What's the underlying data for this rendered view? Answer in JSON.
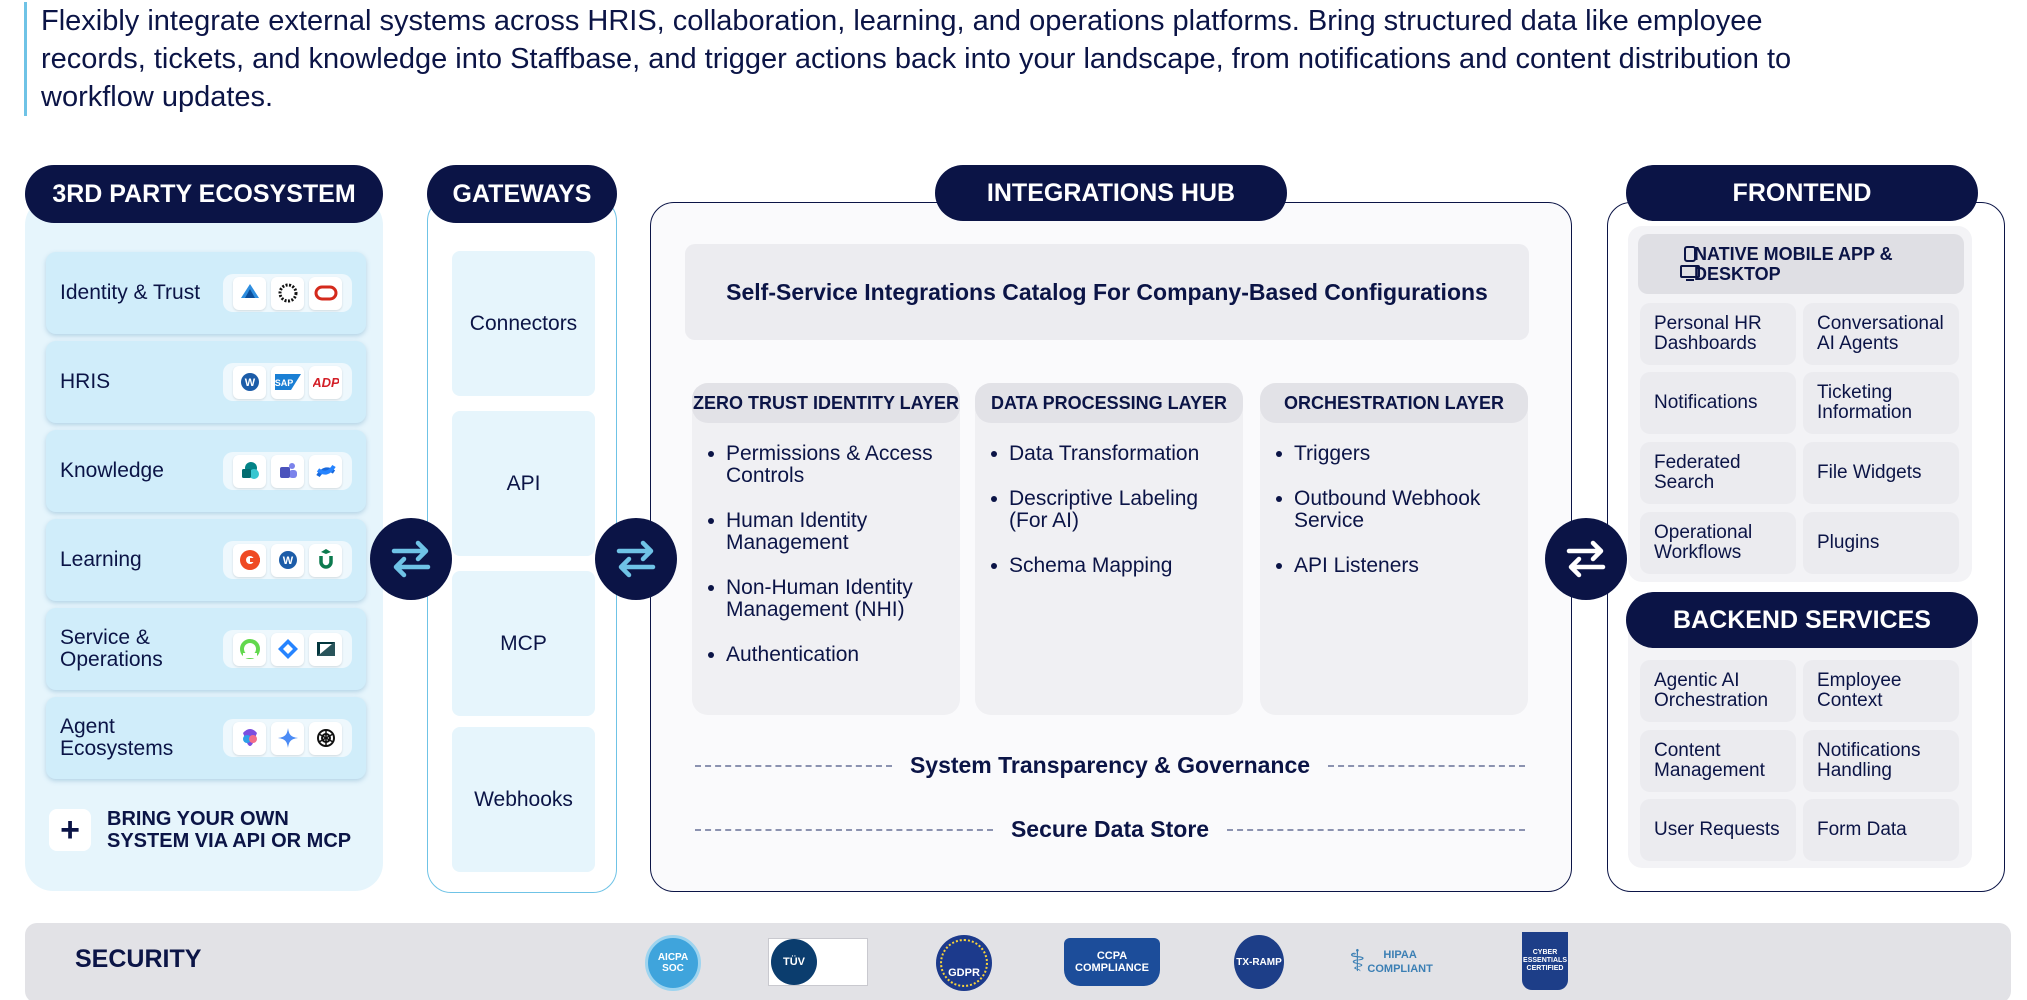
{
  "intro": {
    "text": "Flexibly integrate external systems across HRIS, collaboration, learning, and operations platforms. Bring structured data like employee records, tickets, and knowledge into Staffbase, and trigger actions back into your landscape, from notifications and content distribution to workflow updates."
  },
  "ecosystem": {
    "title": "3RD PARTY ECOSYSTEM",
    "rows": [
      {
        "label": "Identity & Trust",
        "icons": [
          "azure-ad-icon",
          "okta-icon",
          "oracle-icon"
        ]
      },
      {
        "label": "HRIS",
        "icons": [
          "workday-icon",
          "sap-icon",
          "adp-icon"
        ]
      },
      {
        "label": "Knowledge",
        "icons": [
          "sharepoint-icon",
          "teams-icon",
          "confluence-icon"
        ]
      },
      {
        "label": "Learning",
        "icons": [
          "cornerstone-icon",
          "workday-learning-icon",
          "udemy-icon"
        ]
      },
      {
        "label": "Service & Operations",
        "icons": [
          "servicenow-icon",
          "jira-icon",
          "zendesk-icon"
        ]
      },
      {
        "label": "Agent Ecosystems",
        "icons": [
          "copilot-icon",
          "gemini-icon",
          "openai-icon"
        ]
      }
    ],
    "byo": "BRING YOUR OWN SYSTEM VIA API OR MCP"
  },
  "gateways": {
    "title": "GATEWAYS",
    "items": [
      "Connectors",
      "API",
      "MCP",
      "Webhooks"
    ]
  },
  "hub": {
    "title": "INTEGRATIONS HUB",
    "catalog": "Self-Service Integrations Catalog For Company-Based Configurations",
    "layers": [
      {
        "title": "ZERO TRUST IDENTITY LAYER",
        "items": [
          "Permissions & Access Controls",
          "Human Identity Management",
          "Non-Human Identity Management (NHI)",
          "Authentication"
        ]
      },
      {
        "title": "DATA PROCESSING LAYER",
        "items": [
          "Data Transformation",
          "Descriptive Labeling (For AI)",
          "Schema Mapping"
        ]
      },
      {
        "title": "ORCHESTRATION LAYER",
        "items": [
          "Triggers",
          "Outbound Webhook Service",
          "API Listeners"
        ]
      }
    ],
    "governance": "System Transparency & Governance",
    "datastore": "Secure Data Store"
  },
  "frontend": {
    "title": "FRONTEND",
    "native": "NATIVE MOBILE APP & DESKTOP",
    "cells": [
      "Personal HR Dashboards",
      "Conversational AI Agents",
      "Notifications",
      "Ticketing Information",
      "Federated Search",
      "File Widgets",
      "Operational Workflows",
      "Plugins"
    ]
  },
  "backend": {
    "title": "BACKEND SERVICES",
    "cells": [
      "Agentic AI Orchestration",
      "Employee Context",
      "Content Management",
      "Notifications Handling",
      "User Requests",
      "Form Data"
    ]
  },
  "security": {
    "title": "SECURITY",
    "badges": [
      "AICPA SOC",
      "TÜV",
      "GDPR",
      "CCPA COMPLIANCE",
      "TX-RAMP",
      "HIPAA COMPLIANT",
      "CYBER ESSENTIALS CERTIFIED"
    ]
  },
  "colors": {
    "navy": "#0b1446",
    "light_blue": "#e6f5fc",
    "accent_blue": "#6fc3e6"
  }
}
